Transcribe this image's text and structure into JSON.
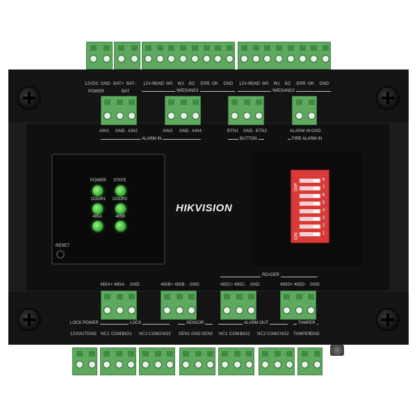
{
  "brand": "HIKVISION",
  "top_connectors": {
    "power": {
      "pins": [
        "12VDC",
        "GND"
      ],
      "group": "POWER"
    },
    "bat": {
      "pins": [
        "BAT+",
        "BAT-"
      ],
      "group": "BAT"
    },
    "wiegand1": {
      "pins": [
        "12V-R",
        "GND",
        "W0",
        "W1",
        "BZ",
        "ERR",
        "OK",
        "GND"
      ],
      "group": "WIEGAND1"
    },
    "wiegand2": {
      "pins": [
        "12V-R",
        "GND",
        "W0",
        "W1",
        "BZ",
        "ERR",
        "OK",
        "GND"
      ],
      "group": "WIEGAND2"
    }
  },
  "alarm_in": {
    "a": {
      "pins": [
        "AIN1",
        "GND",
        "AIN2"
      ]
    },
    "b": {
      "pins": [
        "AIN3",
        "GND",
        "AIN4"
      ]
    },
    "group": "ALARM IN"
  },
  "button": {
    "pins": [
      "BTN1",
      "GND",
      "BTN2"
    ],
    "group": "BUTTON"
  },
  "fire_alarm": {
    "pins": [
      "ALARM IN",
      "GND"
    ],
    "group": "FIRE ALARM IN"
  },
  "leds": [
    {
      "label": "POWER"
    },
    {
      "label": "STATE"
    },
    {
      "label": "DOOR1"
    },
    {
      "label": "DOOR2"
    },
    {
      "label": "485A"
    },
    {
      "label": "485B"
    }
  ],
  "reset_label": "RESET",
  "dip": {
    "on_label": "ON",
    "dip_label": "DIP",
    "numbers": [
      "1",
      "2",
      "3",
      "4",
      "5",
      "6",
      "7",
      "8"
    ]
  },
  "rs485": [
    {
      "pins": [
        "485A+",
        "485A-",
        "GND"
      ]
    },
    {
      "pins": [
        "485B+",
        "485B-",
        "GND"
      ]
    },
    {
      "pins": [
        "485C+",
        "485C-",
        "GND"
      ]
    },
    {
      "pins": [
        "485D+",
        "485D-",
        "GND"
      ]
    }
  ],
  "reader_group": "READER",
  "bottom_connectors": {
    "lock_power": {
      "pins": [
        "12VOUT",
        "GND"
      ],
      "group": "LOCK POWER"
    },
    "lock": {
      "pins": [
        "NC1",
        "COM1",
        "NO1",
        "NC2",
        "COM2",
        "NO2"
      ],
      "group": "LOCK"
    },
    "sensor": {
      "pins": [
        "SEN1",
        "GND",
        "SEN2"
      ],
      "group": "SENSOR"
    },
    "alarm_out": {
      "pins": [
        "NC1",
        "COM1",
        "NO1",
        "NC2",
        "COM2",
        "NO2"
      ],
      "group": "ALARM OUT"
    },
    "tamper": {
      "pins": [
        "TAMPER",
        "GND"
      ],
      "group": "TAMPER"
    }
  }
}
